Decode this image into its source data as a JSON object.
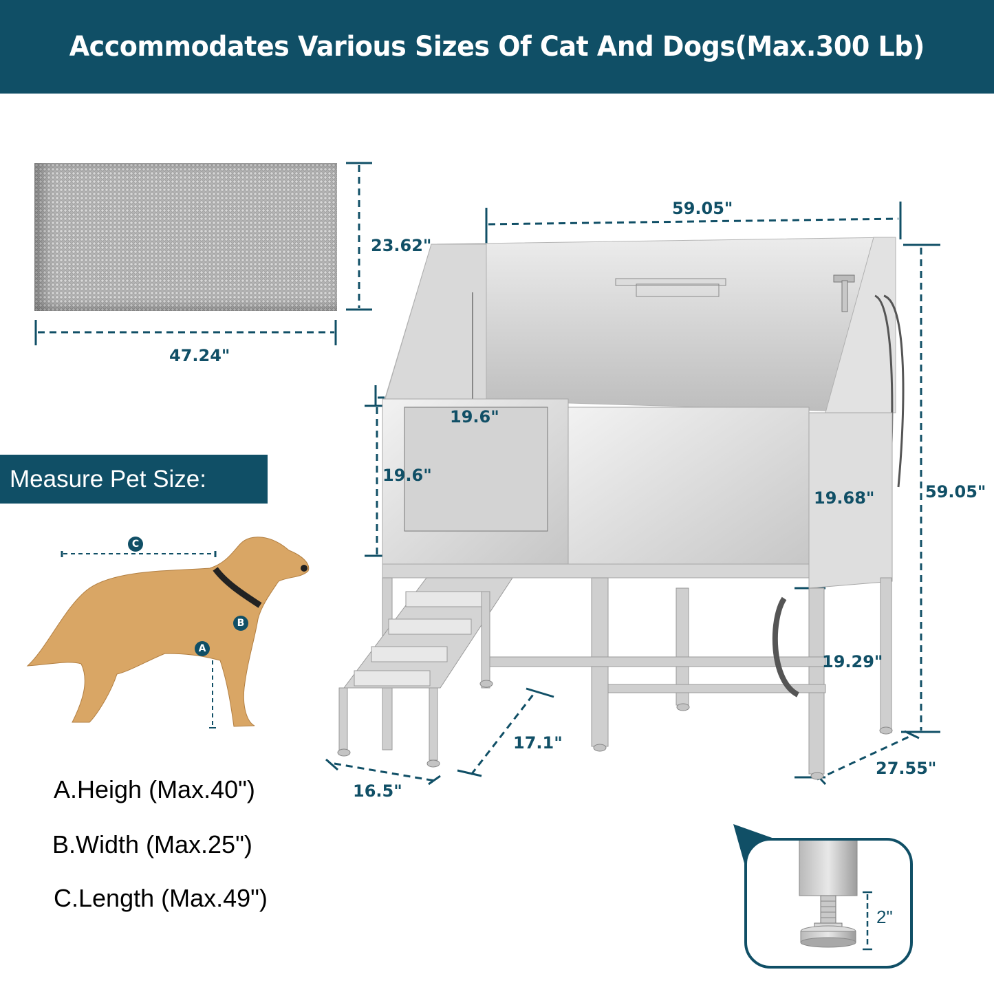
{
  "banner": {
    "title": "Accommodates Various Sizes Of Cat And Dogs(Max.300 Lb)",
    "background_color": "#104f66",
    "text_color": "#ffffff"
  },
  "mat": {
    "icon": "textured-mat-image",
    "width_label": "47.24\"",
    "height_label": "23.62\""
  },
  "tub": {
    "icon": "stainless-steel-dog-grooming-tub-image",
    "dimensions": {
      "overall_width": "59.05\"",
      "overall_height": "59.05\"",
      "door_width": "19.6\"",
      "door_height": "19.6\"",
      "basin_depth": "19.68\"",
      "leg_height": "19.29\"",
      "tub_depth": "27.55\"",
      "ramp_width": "16.5\"",
      "ramp_length": "17.1\""
    }
  },
  "pet_size": {
    "heading": "Measure Pet Size:",
    "icon": "labrador-dog-image",
    "markers": [
      "A",
      "B",
      "C"
    ],
    "specs": [
      {
        "label": "A.Heigh (Max.40\")"
      },
      {
        "label": "B.Width (Max.25\")"
      },
      {
        "label": "C.Length (Max.49\")"
      }
    ]
  },
  "foot_detail": {
    "icon": "adjustable-foot-leveler-image",
    "label": "2\""
  },
  "colors": {
    "accent": "#104f66",
    "dimension_text": "#104f66"
  }
}
